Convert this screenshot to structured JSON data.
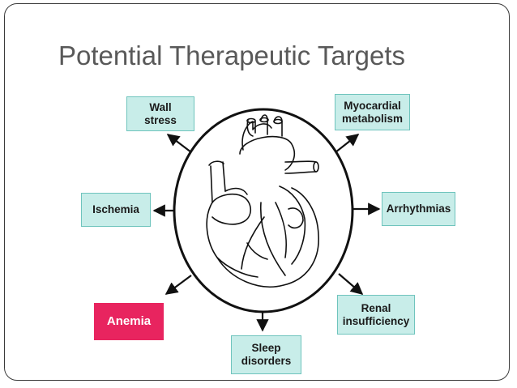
{
  "slide": {
    "title": "Potential Therapeutic Targets"
  },
  "diagram": {
    "center_icon": "heart-illustration-icon",
    "targets": {
      "wall_stress": "Wall\nstress",
      "myocardial_metabolism": "Myocardial\nmetabolism",
      "ischemia": "Ischemia",
      "arrhythmias": "Arrhythmias",
      "anemia": "Anemia",
      "renal_insufficiency": "Renal\ninsufficiency",
      "sleep_disorders": "Sleep\ndisorders"
    },
    "colors": {
      "box_fill": "#c8ede9",
      "box_border": "#6fc4bd",
      "highlight_fill": "#e8245f",
      "highlight_text": "#ffffff"
    }
  }
}
